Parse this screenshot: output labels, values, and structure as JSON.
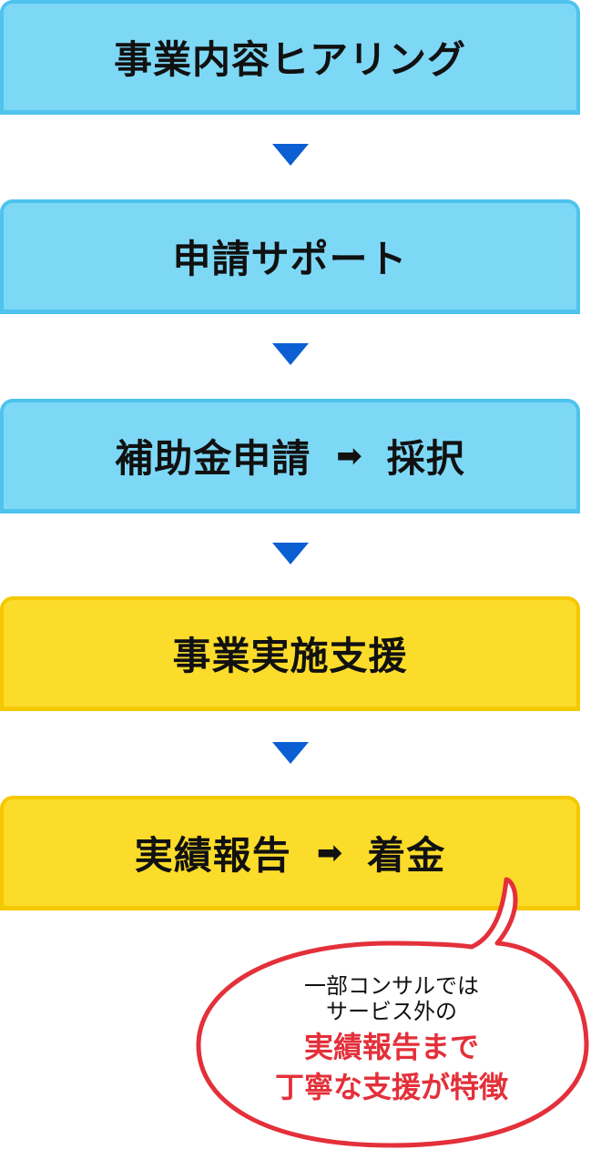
{
  "flow": {
    "steps": [
      {
        "label": "事業内容ヒアリング",
        "parts": [
          "事業内容ヒアリング"
        ],
        "color": "blue"
      },
      {
        "label": "申請サポート",
        "parts": [
          "申請サポート"
        ],
        "color": "blue"
      },
      {
        "label": "補助金申請 ➡ 採択",
        "parts": [
          "補助金申請",
          "採択"
        ],
        "color": "blue"
      },
      {
        "label": "事業実施支援",
        "parts": [
          "事業実施支援"
        ],
        "color": "yellow"
      },
      {
        "label": "実績報告 ➡ 着金",
        "parts": [
          "実績報告",
          "着金"
        ],
        "color": "yellow"
      }
    ],
    "arrow_glyph": "➡",
    "colors": {
      "blue_fill": "#7dd8f6",
      "blue_border": "#4ec3ee",
      "yellow_fill": "#fcdc2a",
      "yellow_border": "#f5c800",
      "down_arrow": "#0b5fd3"
    }
  },
  "callout": {
    "line1": "一部コンサルでは",
    "line2": "サービス外の",
    "highlight1": "実績報告まで",
    "highlight2": "丁寧な支援が特徴",
    "border_color": "#e3303a",
    "highlight_color": "#e3303a"
  }
}
